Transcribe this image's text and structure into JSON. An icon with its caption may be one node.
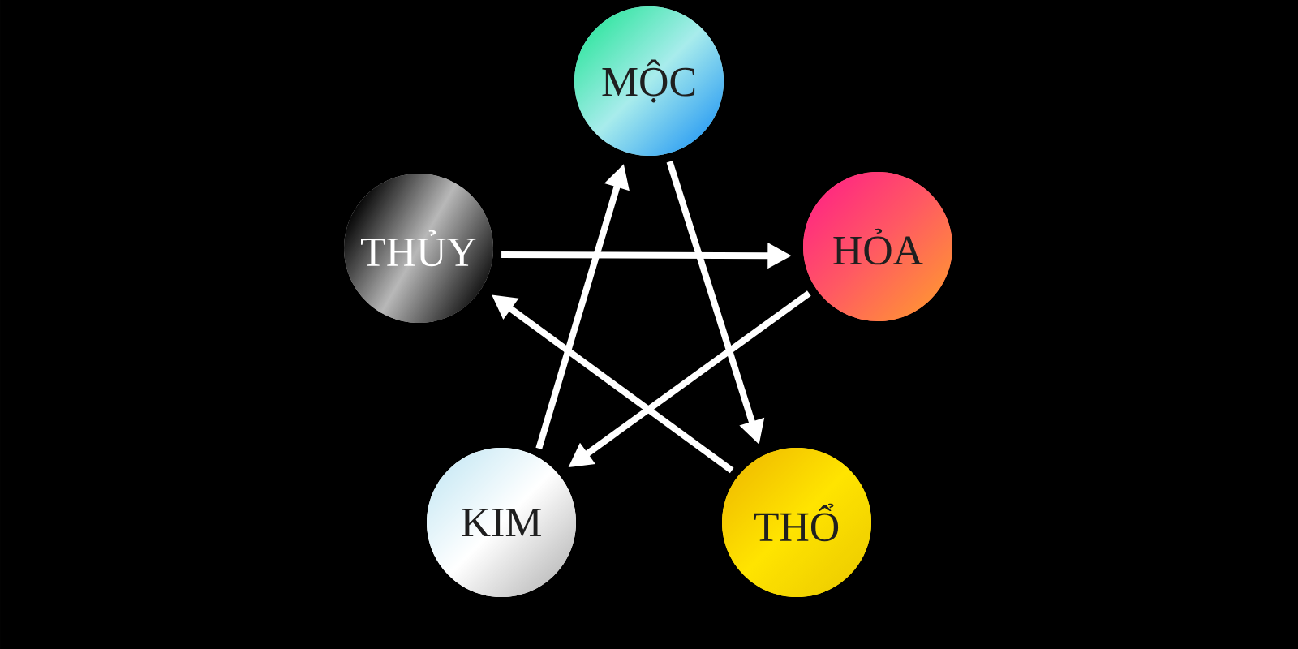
{
  "diagram": {
    "nodes": [
      {
        "text": [
          "MỘC"
        ]
      },
      {
        "text": [
          "THỦY"
        ]
      },
      {
        "text": [
          "HỎA"
        ]
      },
      {
        "text": [
          "KIM"
        ]
      },
      {
        "text": [
          "THỔ"
        ]
      }
    ],
    "edges": [
      {
        "from": 0,
        "to": 4,
        "arrow": "to"
      },
      {
        "from": 3,
        "to": 0,
        "arrow": "to"
      },
      {
        "from": 1,
        "to": 2,
        "arrow": "to"
      },
      {
        "from": 2,
        "to": 3,
        "arrow": "to"
      },
      {
        "from": 4,
        "to": 1,
        "arrow": "to"
      }
    ]
  }
}
